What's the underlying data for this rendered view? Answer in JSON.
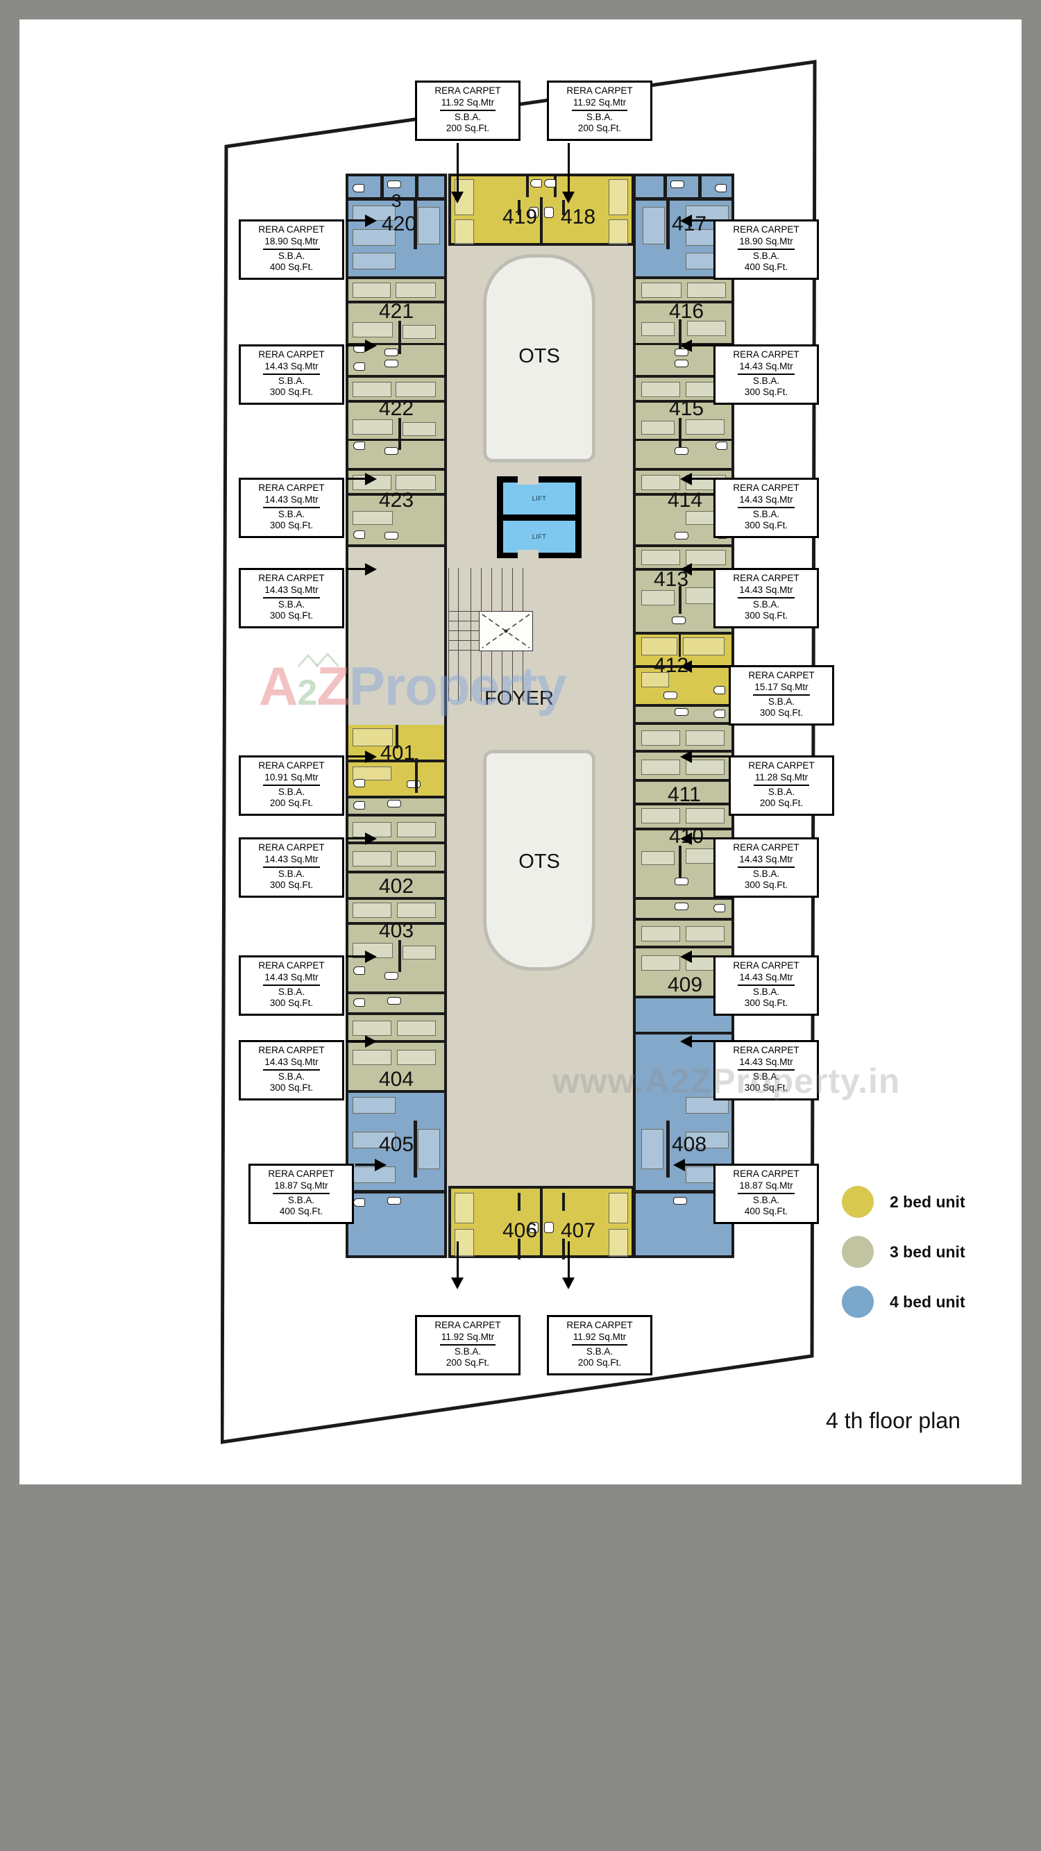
{
  "title": "4 th floor plan",
  "watermarks": {
    "logo_a": "A",
    "logo_2": "2",
    "logo_z": "Z",
    "logo_property": "Property",
    "url": "www.A2ZProperty.in"
  },
  "core_labels": {
    "ots_upper": "OTS",
    "ots_lower": "OTS",
    "foyer": "FOYER",
    "lift_1": "LIFT",
    "lift_2": "LIFT"
  },
  "legend": {
    "items": [
      {
        "label": "2 bed unit",
        "color": "#d8c84f"
      },
      {
        "label": "3 bed unit",
        "color": "#c2c3a0"
      },
      {
        "label": "4 bed unit",
        "color": "#84a8c9"
      }
    ]
  },
  "callout_labels": {
    "heading": "RERA CARPET",
    "sba": "S.B.A."
  },
  "units": {
    "u420": "420",
    "u420b": "3",
    "u419": "419",
    "u418": "418",
    "u417": "417",
    "u421": "421",
    "u416": "416",
    "u422": "422",
    "u415": "415",
    "u423": "423",
    "u414": "414",
    "u413": "413",
    "u401": "401",
    "u412": "412",
    "u402": "402",
    "u411": "411",
    "u403": "403",
    "u410": "410",
    "u404": "404",
    "u409": "409",
    "u405": "405",
    "u406": "406",
    "u407": "407",
    "u408": "408"
  },
  "callouts": {
    "top_left": {
      "heading": "RERA CARPET",
      "carpet": "11.92 Sq.Mtr",
      "sba": "S.B.A.",
      "area": "200 Sq.Ft."
    },
    "top_right": {
      "heading": "RERA CARPET",
      "carpet": "11.92 Sq.Mtr",
      "sba": "S.B.A.",
      "area": "200 Sq.Ft."
    },
    "l420": {
      "heading": "RERA CARPET",
      "carpet": "18.90 Sq.Mtr",
      "sba": "S.B.A.",
      "area": "400 Sq.Ft."
    },
    "l421": {
      "heading": "RERA CARPET",
      "carpet": "14.43 Sq.Mtr",
      "sba": "S.B.A.",
      "area": "300 Sq.Ft."
    },
    "l422": {
      "heading": "RERA CARPET",
      "carpet": "14.43 Sq.Mtr",
      "sba": "S.B.A.",
      "area": "300 Sq.Ft."
    },
    "l423": {
      "heading": "RERA CARPET",
      "carpet": "14.43 Sq.Mtr",
      "sba": "S.B.A.",
      "area": "300 Sq.Ft."
    },
    "l401": {
      "heading": "RERA CARPET",
      "carpet": "10.91 Sq.Mtr",
      "sba": "S.B.A.",
      "area": "200 Sq.Ft."
    },
    "l402": {
      "heading": "RERA CARPET",
      "carpet": "14.43 Sq.Mtr",
      "sba": "S.B.A.",
      "area": "300 Sq.Ft."
    },
    "l403": {
      "heading": "RERA CARPET",
      "carpet": "14.43 Sq.Mtr",
      "sba": "S.B.A.",
      "area": "300 Sq.Ft."
    },
    "l404": {
      "heading": "RERA CARPET",
      "carpet": "14.43 Sq.Mtr",
      "sba": "S.B.A.",
      "area": "300 Sq.Ft."
    },
    "l405": {
      "heading": "RERA CARPET",
      "carpet": "18.87 Sq.Mtr",
      "sba": "S.B.A.",
      "area": "400 Sq.Ft."
    },
    "r417": {
      "heading": "RERA CARPET",
      "carpet": "18.90 Sq.Mtr",
      "sba": "S.B.A.",
      "area": "400 Sq.Ft."
    },
    "r416": {
      "heading": "RERA CARPET",
      "carpet": "14.43 Sq.Mtr",
      "sba": "S.B.A.",
      "area": "300 Sq.Ft."
    },
    "r415": {
      "heading": "RERA CARPET",
      "carpet": "14.43 Sq.Mtr",
      "sba": "S.B.A.",
      "area": "300 Sq.Ft."
    },
    "r414": {
      "heading": "RERA CARPET",
      "carpet": "14.43 Sq.Mtr",
      "sba": "S.B.A.",
      "area": "300 Sq.Ft."
    },
    "r413": {
      "heading": "RERA CARPET",
      "carpet": "15.17 Sq.Mtr",
      "sba": "S.B.A.",
      "area": "300 Sq.Ft."
    },
    "r412": {
      "heading": "RERA CARPET",
      "carpet": "11.28 Sq.Mtr",
      "sba": "S.B.A.",
      "area": "200 Sq.Ft."
    },
    "r411": {
      "heading": "RERA CARPET",
      "carpet": "14.43 Sq.Mtr",
      "sba": "S.B.A.",
      "area": "300 Sq.Ft."
    },
    "r410": {
      "heading": "RERA CARPET",
      "carpet": "14.43 Sq.Mtr",
      "sba": "S.B.A.",
      "area": "300 Sq.Ft."
    },
    "r409": {
      "heading": "RERA CARPET",
      "carpet": "14.43 Sq.Mtr",
      "sba": "S.B.A.",
      "area": "300 Sq.Ft."
    },
    "r408": {
      "heading": "RERA CARPET",
      "carpet": "18.87 Sq.Mtr",
      "sba": "S.B.A.",
      "area": "400 Sq.Ft."
    },
    "bot_left": {
      "heading": "RERA CARPET",
      "carpet": "11.92 Sq.Mtr",
      "sba": "S.B.A.",
      "area": "200 Sq.Ft."
    },
    "bot_right": {
      "heading": "RERA CARPET",
      "carpet": "11.92 Sq.Mtr",
      "sba": "S.B.A.",
      "area": "200 Sq.Ft."
    }
  }
}
